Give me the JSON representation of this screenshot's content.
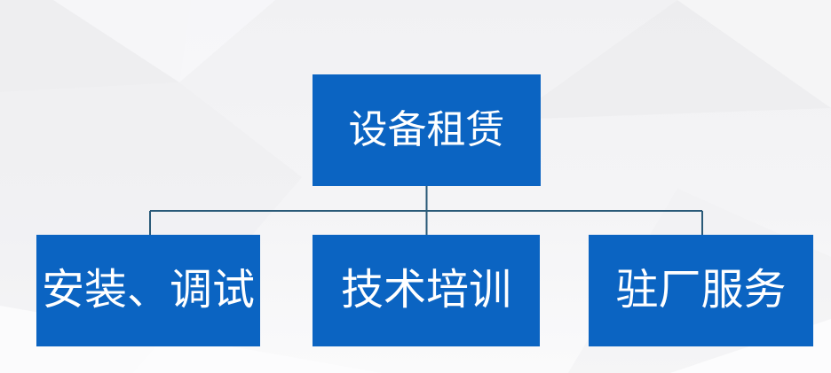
{
  "diagram": {
    "root": {
      "label": "设备租赁"
    },
    "children": [
      {
        "label": "安装、调试"
      },
      {
        "label": "技术培训"
      },
      {
        "label": "驻厂服务"
      }
    ],
    "colors": {
      "node_fill": "#0b64c2",
      "node_text": "#ffffff",
      "connector": "#2a5a78",
      "background": "#f1f1f3"
    }
  }
}
